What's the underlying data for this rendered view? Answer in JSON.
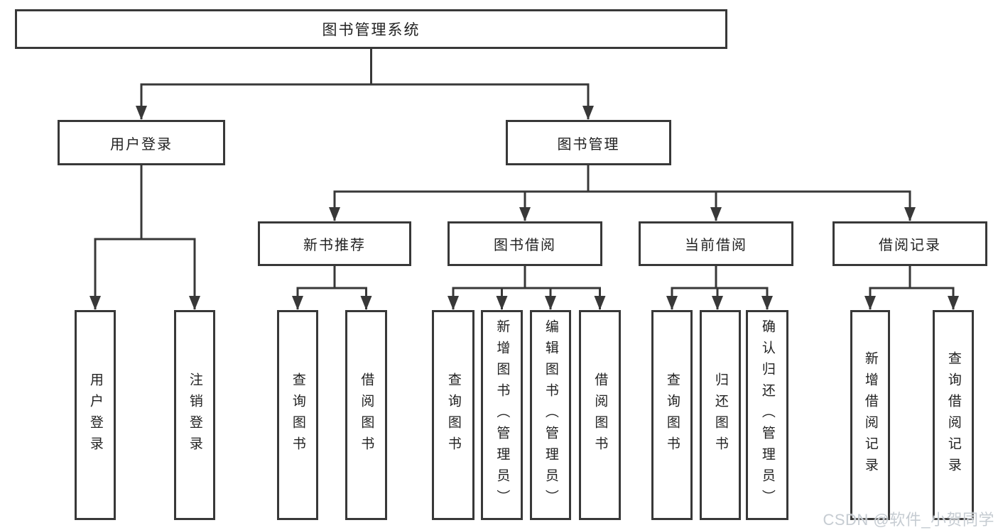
{
  "root": {
    "label": "图书管理系统"
  },
  "branches": {
    "user_login": {
      "label": "用户登录",
      "children": [
        "用户登录",
        "注销登录"
      ]
    },
    "book_mgmt": {
      "label": "图书管理",
      "groups": {
        "new_rec": {
          "label": "新书推荐",
          "children": [
            "查询图书",
            "借阅图书"
          ]
        },
        "borrow": {
          "label": "图书借阅",
          "children": [
            "查询图书",
            "新增图书（管理员）",
            "编辑图书（管理员）",
            "借阅图书"
          ]
        },
        "current": {
          "label": "当前借阅",
          "children": [
            "查询图书",
            "归还图书",
            "确认归还（管理员）"
          ]
        },
        "records": {
          "label": "借阅记录",
          "children": [
            "新增借阅记录",
            "查询借阅记录"
          ]
        }
      }
    }
  },
  "watermark": "CSDN @软件_小贺同学",
  "colors": {
    "line": "#383838",
    "box_border": "#383838",
    "text": "#222222",
    "watermark": "#c6ccd2",
    "background": "#ffffff"
  }
}
